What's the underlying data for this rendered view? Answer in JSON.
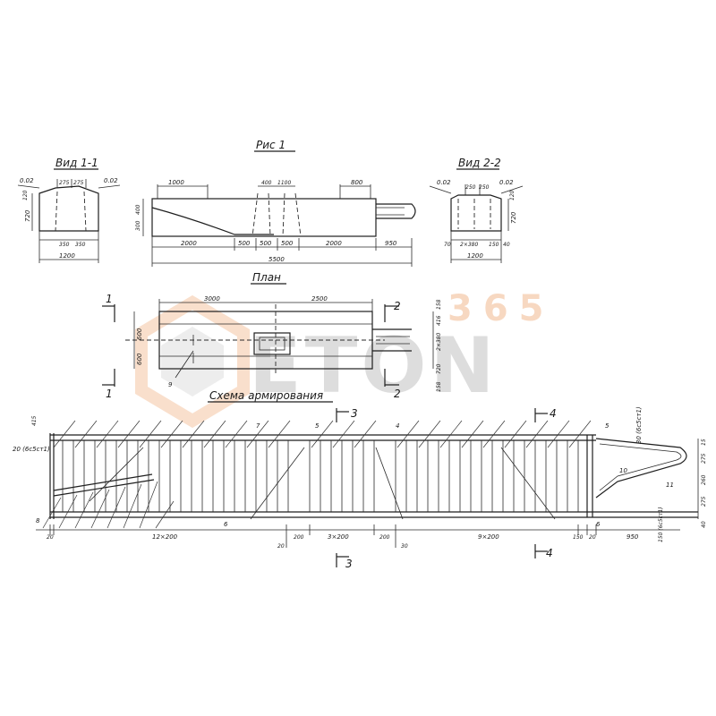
{
  "titles": {
    "fig": "Рис 1",
    "view11": "Вид 1-1",
    "view22": "Вид 2-2",
    "plan": "План",
    "scheme": "Схема армирования"
  },
  "watermark": {
    "number": "365",
    "word": "ETON",
    "color_accent": "#f2b98f",
    "color_gray": "#bdbdbd"
  },
  "view11": {
    "top": [
      "0.02",
      "275",
      "275",
      "0.02"
    ],
    "left": [
      "120",
      "720"
    ],
    "bottom": [
      "350",
      "350"
    ],
    "width": "1200"
  },
  "elevation": {
    "top": [
      "1000",
      "400",
      "1100",
      "800"
    ],
    "left": [
      "300",
      "400"
    ],
    "bottom": [
      "2000",
      "500",
      "500",
      "500",
      "2000",
      "950"
    ],
    "total": "5500"
  },
  "view22": {
    "top": [
      "0.02",
      "250",
      "250",
      "0.02"
    ],
    "right": [
      "120",
      "720"
    ],
    "bottom": [
      "70",
      "2×380",
      "150",
      "40"
    ],
    "width": "1200"
  },
  "plan": {
    "top": [
      "3000",
      "2500"
    ],
    "left": [
      "600",
      "600"
    ],
    "right": [
      "158",
      "416",
      "2×380",
      "720",
      "158"
    ],
    "section_left": "1",
    "section_right": "2",
    "marker": "9"
  },
  "scheme": {
    "left_top": "415",
    "left_label": "20 (6с5ст1)",
    "left_bottom": "8",
    "marks_top": [
      "7",
      "5",
      "4",
      "5"
    ],
    "right_label": "30 (6с5ст1)",
    "right_dims": [
      "15",
      "275",
      "260",
      "275",
      "40",
      "150 (6с5ст1)"
    ],
    "marks_side": [
      "10",
      "11"
    ],
    "marks_bottom": [
      "6",
      "6"
    ],
    "section3": "3",
    "section4": "4",
    "bottom_dims": [
      "20",
      "12×200",
      "20",
      "200",
      "3×200",
      "200",
      "30",
      "9×200",
      "150",
      "20",
      "950"
    ]
  }
}
